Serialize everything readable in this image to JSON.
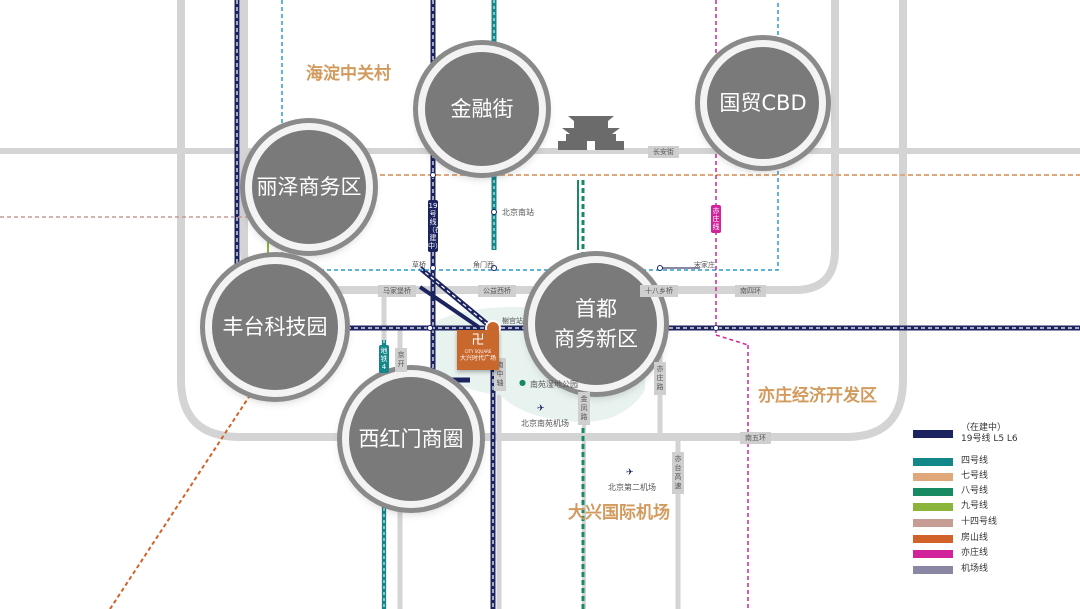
{
  "districts": {
    "haidian": "海淀中关村",
    "yizhuang": "亦庄经济开发区",
    "daxing": "大兴国际机场"
  },
  "hubs": {
    "financial_street": "金融街",
    "guomao_cbd": "国贸CBD",
    "lize": "丽泽商务区",
    "fengtai": "丰台科技园",
    "capital_new_district": "首都\n商务新区",
    "xihongmen": "西红门商圈"
  },
  "places": {
    "beijing_south_station": "北京南站",
    "nanyuan_airport": "北京南苑机场",
    "daxing_airport": "北京第二机场",
    "nanyuan_park": "南苑湿地公园"
  },
  "stations": {
    "caoqiao": "草桥",
    "jiaomenxi": "角门西",
    "jiegong": "榭宫站",
    "songjiazhuang": "宋家庄"
  },
  "roads": {
    "majiabao_bridge": "马家堡桥",
    "gongyi_bridge": "公益西桥",
    "shibalidian_bridge": "十八乡桥",
    "south_4th_ring": "南四环",
    "south_5th_ring": "南五环",
    "changan": "长安街",
    "jingkai": "京开",
    "nanzhongzhouxian": "南中轴",
    "yizhuang_road": "亦庄路",
    "jingtai": "亦台高速",
    "jinzhuang_road": "金凤路"
  },
  "line_tags": {
    "line19_v": "19号线（在建中）",
    "line9_v": "地铁4",
    "yizhuang_v": "亦庄线"
  },
  "project": {
    "en": "CITY SQUARE",
    "cn": "大兴时代广场",
    "glyph": "卍"
  },
  "legend": [
    {
      "label": "（在建中）\n19号线 L5 L6",
      "color": "#1c2460"
    },
    {
      "label": "四号线",
      "color": "#13878a"
    },
    {
      "label": "七号线",
      "color": "#e0a87a"
    },
    {
      "label": "八号线",
      "color": "#178a62"
    },
    {
      "label": "九号线",
      "color": "#8ab43a"
    },
    {
      "label": "十四号线",
      "color": "#c69c95"
    },
    {
      "label": "房山线",
      "color": "#d1632a"
    },
    {
      "label": "亦庄线",
      "color": "#d1229b"
    },
    {
      "label": "机场线",
      "color": "#8a87a5"
    }
  ]
}
